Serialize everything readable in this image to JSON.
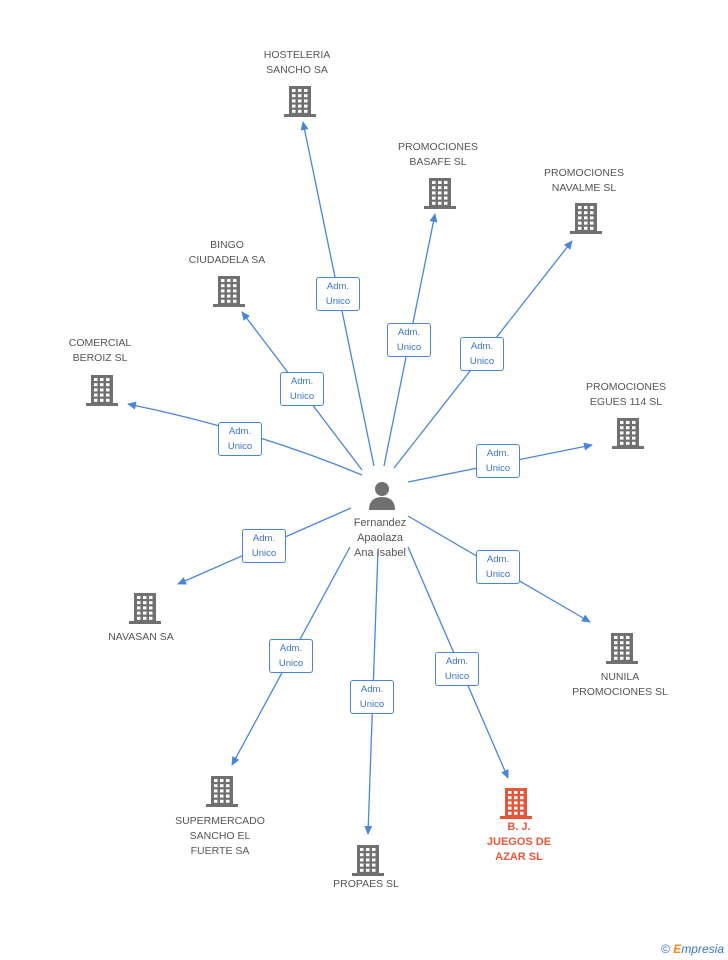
{
  "center": {
    "label": "Fernandez\nApaolaza\nAna Isabel"
  },
  "edge_label": "Adm.\nUnico",
  "colors": {
    "edge": "#4a86d8",
    "building": "#707070",
    "highlight": "#e8563a"
  },
  "companies": [
    {
      "id": "hosteleria",
      "label": "HOSTELERIA\nSANCHO SA",
      "highlight": false
    },
    {
      "id": "basafe",
      "label": "PROMOCIONES\nBASAFE SL",
      "highlight": false
    },
    {
      "id": "navalme",
      "label": "PROMOCIONES\nNAVALME SL",
      "highlight": false
    },
    {
      "id": "bingo",
      "label": "BINGO\nCIUDADELA SA",
      "highlight": false
    },
    {
      "id": "comercial",
      "label": "COMERCIAL\nBEROIZ  SL",
      "highlight": false
    },
    {
      "id": "egues",
      "label": "PROMOCIONES\nEGUES 114 SL",
      "highlight": false
    },
    {
      "id": "navasan",
      "label": "NAVASAN SA",
      "highlight": false
    },
    {
      "id": "nunila",
      "label": "NUNILA\nPROMOCIONES SL",
      "highlight": false
    },
    {
      "id": "supermercado",
      "label": "SUPERMERCADO\nSANCHO EL\nFUERTE SA",
      "highlight": false
    },
    {
      "id": "propaes",
      "label": "PROPAES SL",
      "highlight": false
    },
    {
      "id": "bj",
      "label": "B. J.\nJUEGOS DE\nAZAR SL",
      "highlight": true
    }
  ],
  "footer": {
    "copyright": "©",
    "brand_initial": "E",
    "brand_rest": "mpresia"
  }
}
